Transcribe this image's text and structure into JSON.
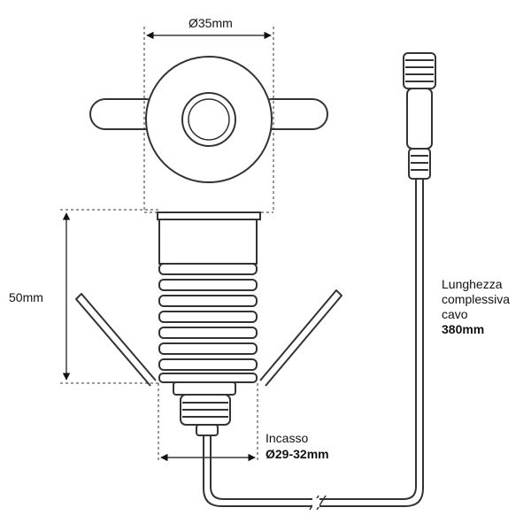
{
  "dimensions": {
    "diameter_top": "Ø35mm",
    "height": "50mm",
    "recess_label": "Incasso",
    "recess_diameter": "Ø29-32mm"
  },
  "cable": {
    "length_line1": "Lunghezza",
    "length_line2": "complessiva",
    "length_line3": "cavo",
    "length_value": "380mm"
  },
  "colors": {
    "line": "#222222",
    "body_fill": "#ffffff",
    "background": "#ffffff"
  }
}
